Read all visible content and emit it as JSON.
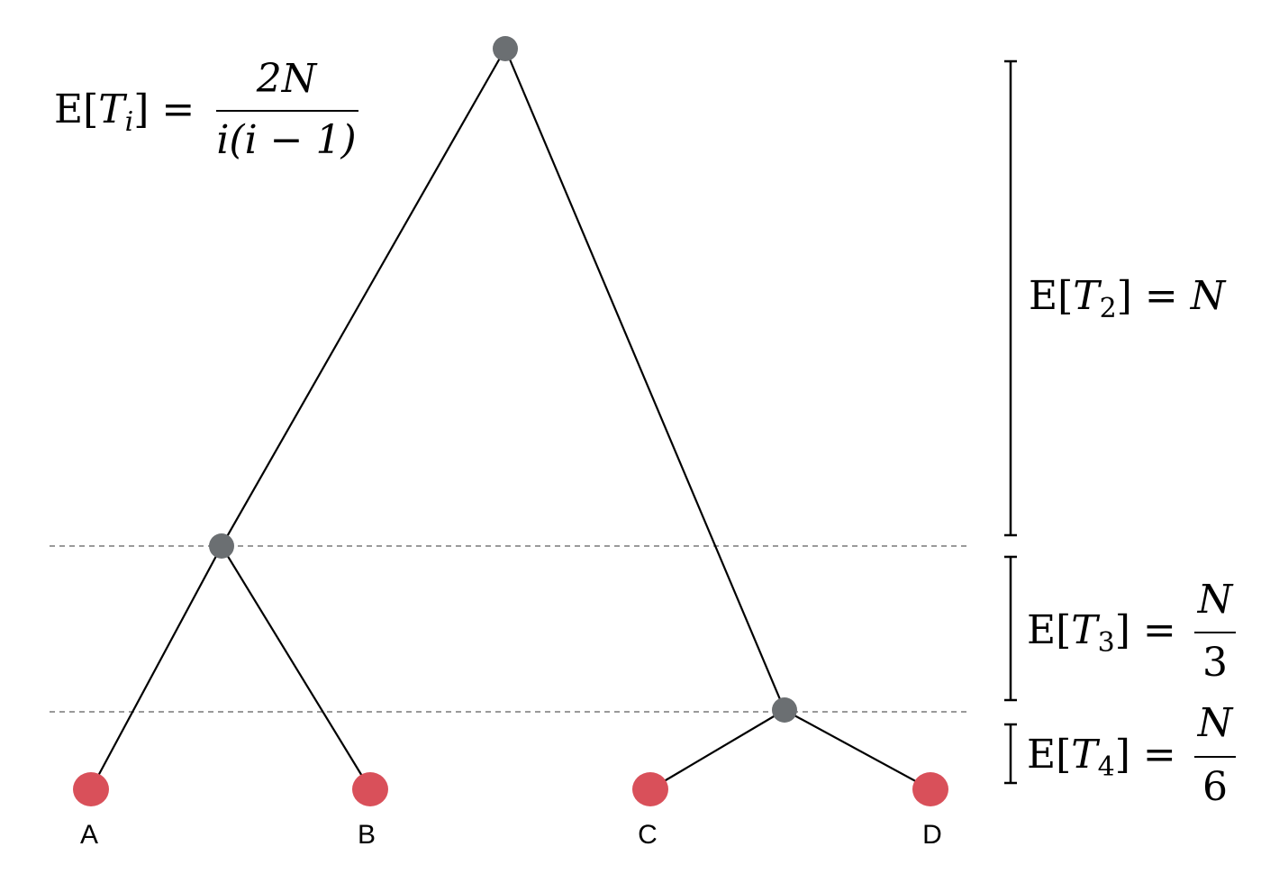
{
  "tree": {
    "leaves": [
      {
        "id": "A",
        "label": "A"
      },
      {
        "id": "B",
        "label": "B"
      },
      {
        "id": "C",
        "label": "C"
      },
      {
        "id": "D",
        "label": "D"
      }
    ],
    "internal_nodes": [
      {
        "id": "AB",
        "children": [
          "A",
          "B"
        ]
      },
      {
        "id": "CD",
        "children": [
          "C",
          "D"
        ]
      },
      {
        "id": "root",
        "children": [
          "AB",
          "CD"
        ]
      }
    ]
  },
  "formulas": {
    "general": {
      "lhs_E": "E[",
      "lhs_T": "T",
      "lhs_sub": "i",
      "lhs_close": "] =",
      "numerator": "2N",
      "denominator": "i(i − 1)"
    },
    "t2": {
      "E": "E[",
      "T": "T",
      "sub": "2",
      "close": "] =",
      "rhs": "N"
    },
    "t3": {
      "E": "E[",
      "T": "T",
      "sub": "3",
      "close": "] =",
      "numerator": "N",
      "denominator": "3"
    },
    "t4": {
      "E": "E[",
      "T": "T",
      "sub": "4",
      "close": "] =",
      "numerator": "N",
      "denominator": "6"
    }
  },
  "colors": {
    "leaf_node": "#d9505a",
    "internal_node": "#6b6f72",
    "branch": "#000000",
    "dashed_line": "#9a9a9a"
  }
}
